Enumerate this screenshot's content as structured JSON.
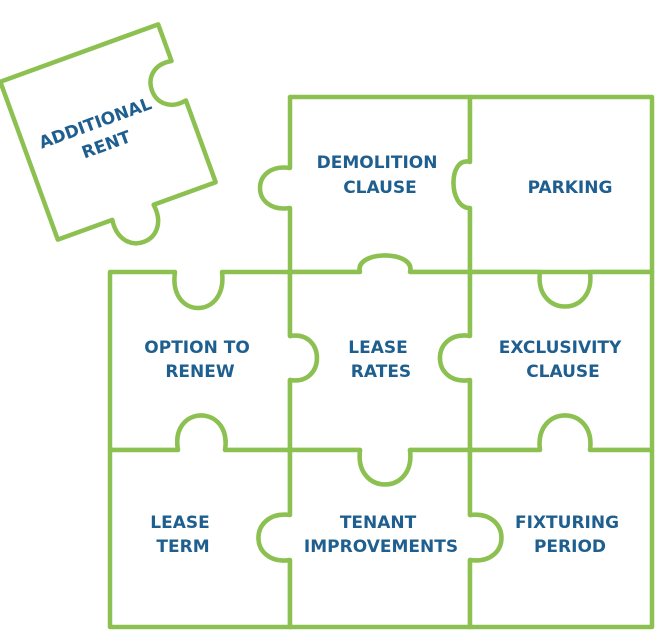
{
  "colors": {
    "piece_stroke": "#8cc152",
    "label_text": "#1f5f8f",
    "background": "#ffffff"
  },
  "pieces": {
    "additional_rent": {
      "line1": "ADDITIONAL",
      "line2": "RENT"
    },
    "demolition_clause": {
      "line1": "DEMOLITION",
      "line2": "CLAUSE"
    },
    "parking": {
      "line1": "PARKING",
      "line2": ""
    },
    "option_to_renew": {
      "line1": "OPTION TO",
      "line2": "RENEW"
    },
    "lease_rates": {
      "line1": "LEASE",
      "line2": "RATES"
    },
    "exclusivity_clause": {
      "line1": "EXCLUSIVITY",
      "line2": "CLAUSE"
    },
    "lease_term": {
      "line1": "LEASE",
      "line2": "TERM"
    },
    "tenant_improvements": {
      "line1": "TENANT",
      "line2": "IMPROVEMENTS"
    },
    "fixturing_period": {
      "line1": "FIXTURING",
      "line2": "PERIOD"
    }
  }
}
